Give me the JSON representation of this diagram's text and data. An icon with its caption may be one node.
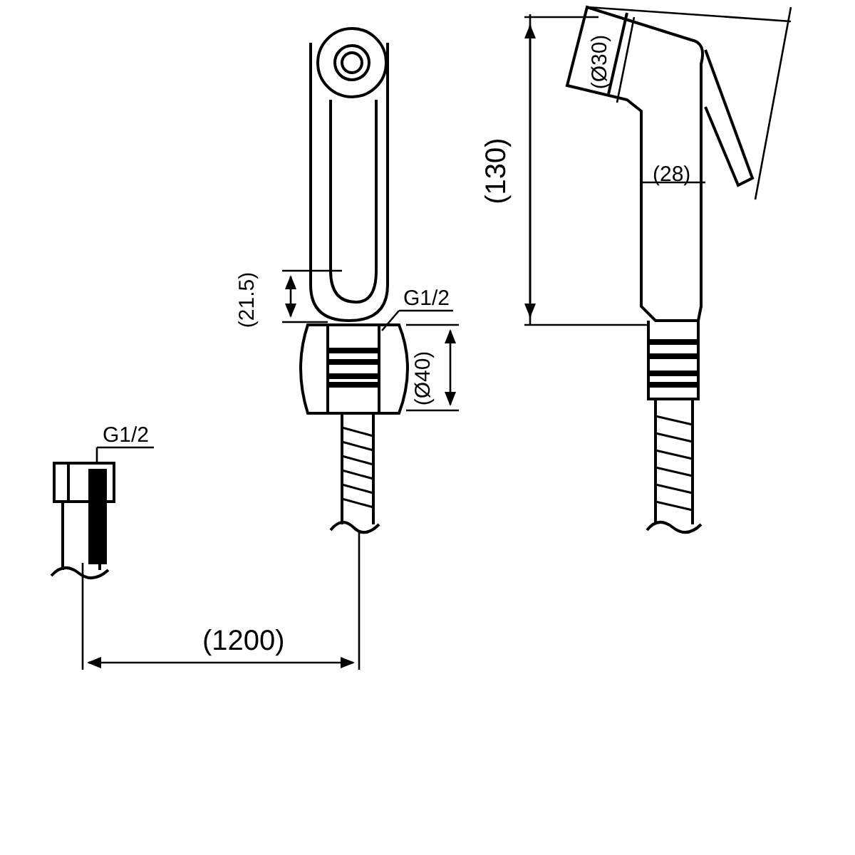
{
  "diagram": {
    "nodes": [
      {
        "text": [
          "G1/2"
        ]
      },
      {
        "text": [
          "G1/2"
        ]
      }
    ],
    "edges": [
      {
        "from": 0,
        "to": null,
        "arrow": "none"
      },
      {
        "from": 1,
        "to": null,
        "arrow": "none"
      }
    ],
    "labels": [
      "(Ø30)",
      "(130)",
      "(28)",
      "(21.5)",
      "(Ø40)",
      "(1200)"
    ]
  }
}
